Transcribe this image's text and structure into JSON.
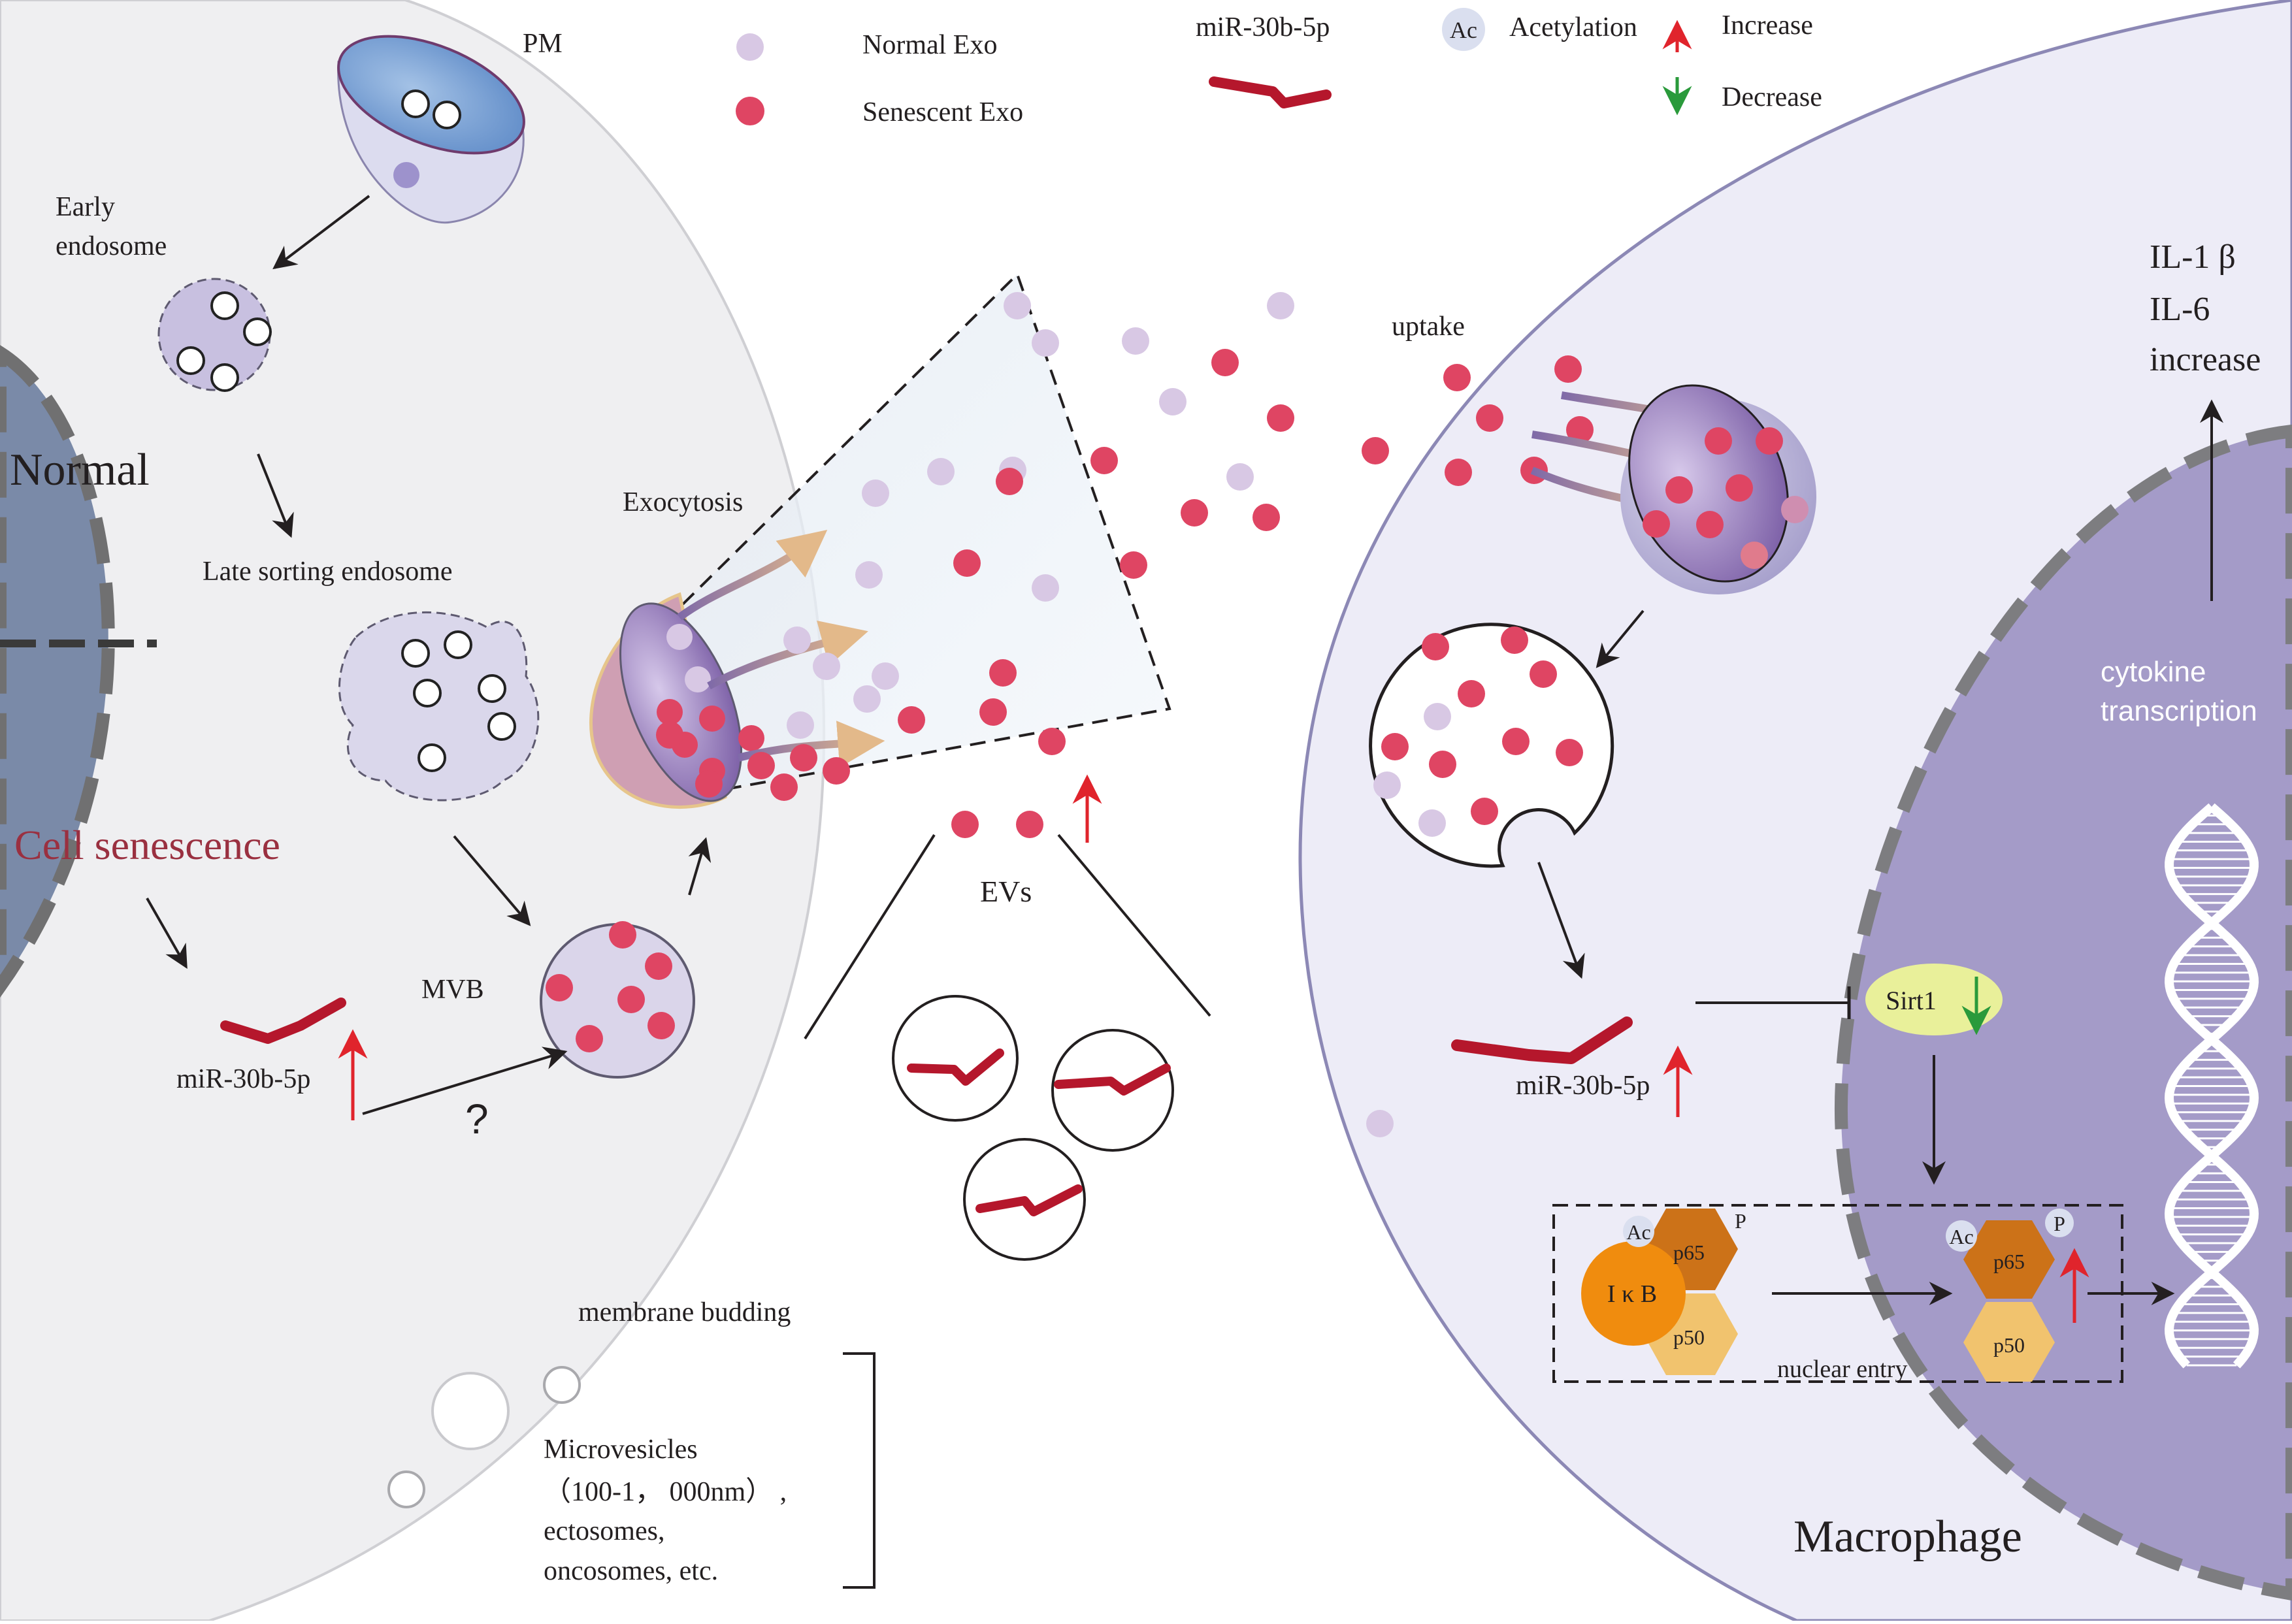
{
  "legend": {
    "pm": "PM",
    "normal_exo": "Normal Exo",
    "senescent_exo": "Senescent Exo",
    "mirna": "miR-30b-5p",
    "ac": "Ac",
    "acetylation": "Acetylation",
    "increase": "Increase",
    "decrease": "Decrease"
  },
  "left_cell": {
    "normal": "Normal",
    "cell_senescence": "Cell senescence",
    "early_endosome_1": "Early",
    "early_endosome_2": "endosome",
    "late_sorting": "Late sorting endosome",
    "exocytosis": "Exocytosis",
    "mvb": "MVB",
    "mirna": "miR-30b-5p",
    "question": "?",
    "membrane_budding": "membrane budding",
    "micro_1": "Microvesicles",
    "micro_2": "（100-1， 000nm） ,",
    "micro_3": "ectosomes,",
    "micro_4": "oncosomes, etc."
  },
  "center": {
    "evs": "EVs",
    "uptake": "uptake"
  },
  "macrophage": {
    "title": "Macrophage",
    "il1b": "IL-1 β",
    "il6": "IL-6",
    "increase": "increase",
    "cytokine_1": "cytokine",
    "cytokine_2": "transcription",
    "mirna": "miR-30b-5p",
    "sirt1": "Sirt1",
    "ac": "Ac",
    "p": "P",
    "p65": "p65",
    "p50": "p50",
    "ikb": "I κ B",
    "nuclear_entry": "nuclear entry"
  },
  "colors": {
    "normal_exo": "#d8c8e4",
    "senescent_exo": "#df4563",
    "mirna": "#b5172c",
    "increase_arrow": "#e0242c",
    "decrease_arrow": "#2a9a3b",
    "senescence_text": "#9a3040",
    "nucleus_fill": "#a49bc8"
  }
}
